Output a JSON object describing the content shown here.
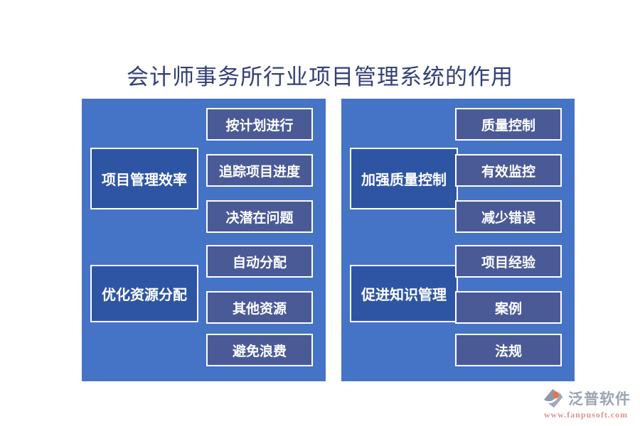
{
  "title": "会计师事务所行业项目管理系统的作用",
  "colors": {
    "panel_background": "#4573C6",
    "category_box": "#2E55A3",
    "item_box": "#4A5A97",
    "box_border": "#FFFFFF",
    "box_text": "#FFFFFF",
    "title_text": "#333F77",
    "brand_text": "#9AA4B2",
    "brand_url_text": "#DE9191",
    "logo_grey": "#8E99A9",
    "logo_orange": "#E0764E"
  },
  "panels": [
    {
      "groups": [
        {
          "category": "项目管理效率",
          "items": [
            "按计划进行",
            "追踪项目进度",
            "决潜在问题"
          ]
        },
        {
          "category": "优化资源分配",
          "items": [
            "自动分配",
            "其他资源",
            "避免浪费"
          ]
        }
      ]
    },
    {
      "groups": [
        {
          "category": "加强质量控制",
          "items": [
            "质量控制",
            "有效监控",
            "减少错误"
          ]
        },
        {
          "category": "促进知识管理",
          "items": [
            "项目经验",
            "案例",
            "法规"
          ]
        }
      ]
    }
  ],
  "logo": {
    "brand": "泛普软件",
    "url": "www.fanpusoft.com"
  }
}
